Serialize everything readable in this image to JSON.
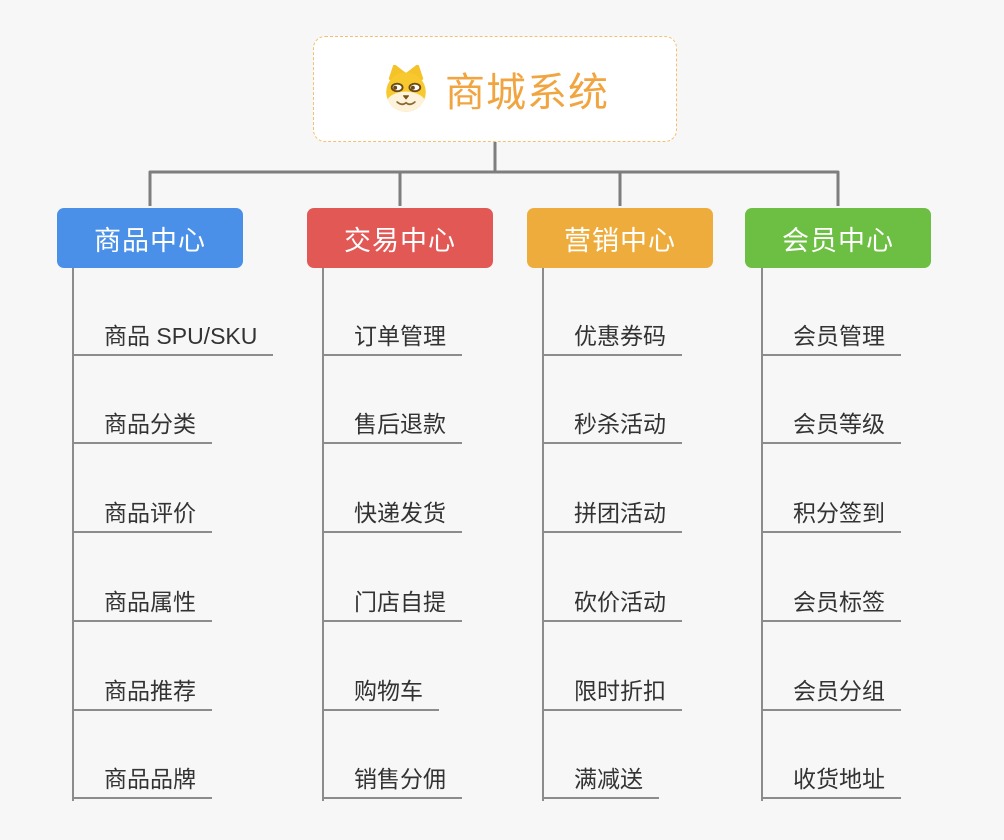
{
  "root": {
    "label": "商城系统",
    "icon": "dog-face"
  },
  "colors": {
    "background": "#f7f7f7",
    "connector": "#7e7e7e",
    "underline": "#8c8c8c",
    "root_text": "#f0a541",
    "root_border": "#f4c06e",
    "branch_text": "#ffffff",
    "child_text": "#333333"
  },
  "branches": [
    {
      "label": "商品中心",
      "color": "#4a90e8",
      "children": [
        "商品 SPU/SKU",
        "商品分类",
        "商品评价",
        "商品属性",
        "商品推荐",
        "商品品牌"
      ]
    },
    {
      "label": "交易中心",
      "color": "#e25855",
      "children": [
        "订单管理",
        "售后退款",
        "快递发货",
        "门店自提",
        "购物车",
        "销售分佣"
      ]
    },
    {
      "label": "营销中心",
      "color": "#eeac3d",
      "children": [
        "优惠券码",
        "秒杀活动",
        "拼团活动",
        "砍价活动",
        "限时折扣",
        "满减送"
      ]
    },
    {
      "label": "会员中心",
      "color": "#6cbf42",
      "children": [
        "会员管理",
        "会员等级",
        "积分签到",
        "会员标签",
        "会员分组",
        "收货地址"
      ]
    }
  ]
}
